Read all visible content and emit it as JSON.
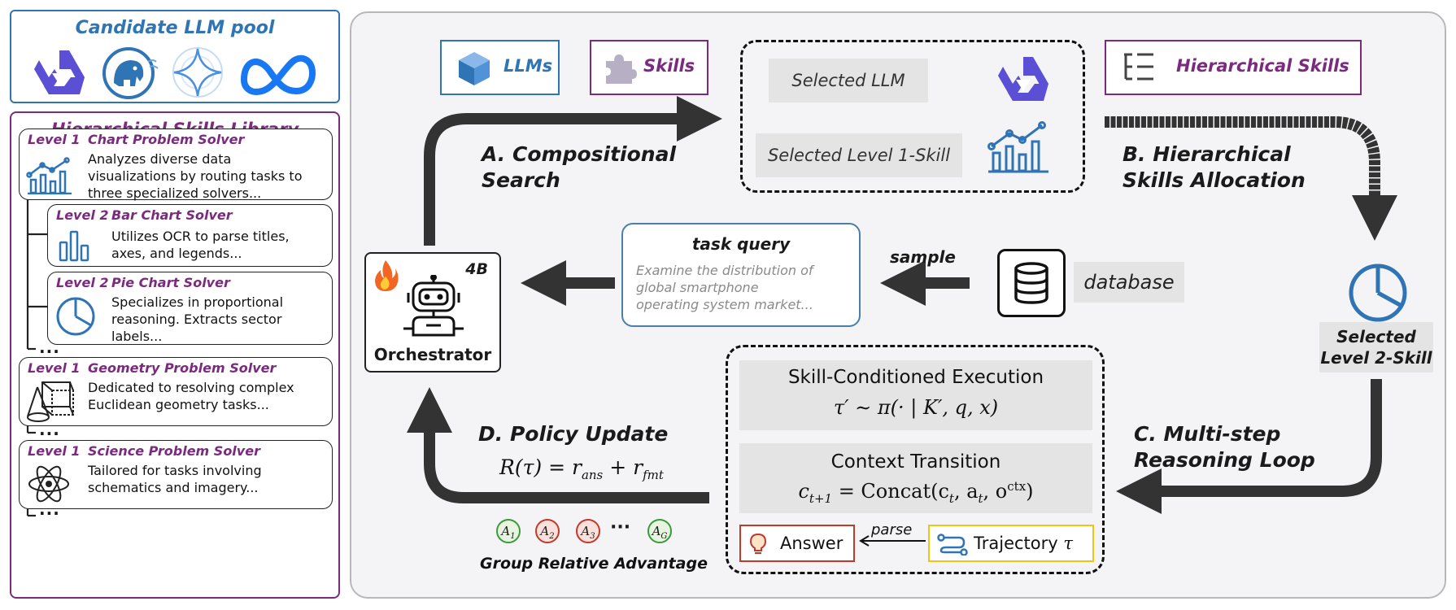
{
  "pool": {
    "title": "Candidate LLM pool"
  },
  "library": {
    "title": "Hierarchical Skills Library",
    "cards": [
      {
        "level": "Level 1",
        "name": "Chart Problem Solver",
        "desc": [
          "Analyzes diverse data",
          "visualizations by routing tasks to",
          "three specialized solvers..."
        ]
      },
      {
        "level": "Level 2",
        "name": "Bar Chart Solver",
        "desc": [
          "Utilizes OCR to parse titles,",
          "axes, and legends..."
        ]
      },
      {
        "level": "Level 2",
        "name": "Pie Chart Solver",
        "desc": [
          "Specializes in proportional",
          "reasoning. Extracts sector",
          "labels..."
        ]
      },
      {
        "level": "Level 1",
        "name": "Geometry Problem Solver",
        "desc": [
          "Dedicated to resolving complex",
          "Euclidean geometry tasks..."
        ]
      },
      {
        "level": "Level 1",
        "name": "Science Problem Solver",
        "desc": [
          "Tailored for tasks involving",
          "schematics and imagery..."
        ]
      }
    ],
    "ellipsis": "..."
  },
  "legend": {
    "llms": "LLMs",
    "skills": "Skills",
    "hier": "Hierarchical Skills"
  },
  "selection": {
    "llm": "Selected LLM",
    "skill": "Selected Level 1-Skill"
  },
  "steps": {
    "a1": "A. Compositional",
    "a2": "Search",
    "b1": "B. Hierarchical",
    "b2": "Skills Allocation",
    "c1": "C. Multi-step",
    "c2": "Reasoning Loop",
    "d": "D. Policy Update"
  },
  "orchestrator": {
    "label": "Orchestrator",
    "size": "4B"
  },
  "query": {
    "title": "task query",
    "text": [
      "Examine the distribution of",
      "global smartphone",
      "operating system market..."
    ]
  },
  "sample_label": "sample",
  "database_label": "database",
  "level2": {
    "line1": "Selected",
    "line2": "Level 2-Skill"
  },
  "execution": {
    "title": "Skill-Conditioned Execution",
    "formula": "τ′ ∼ π(· | K′, q, x)"
  },
  "transition": {
    "title": "Context Transition",
    "formula_main": "c",
    "formula_rest": " = Concat(c",
    "formula_a": ", a",
    "formula_o": ", o",
    "formula_close": ")",
    "sub_t1": "t+1",
    "sub_t": "t",
    "sup_ctx": "ctx"
  },
  "answer_label": "Answer",
  "parse_label": "parse",
  "trajectory_label": "Trajectory",
  "trajectory_sym": "τ",
  "reward": {
    "lhs": "R(τ) = r",
    "ans": "ans",
    "plus": " + r",
    "fmt": "fmt"
  },
  "advantages": {
    "a1": "A",
    "s1": "1",
    "a2": "A",
    "s2": "2",
    "a3": "A",
    "s3": "3",
    "dots": "···",
    "ag": "A",
    "sg": "G",
    "caption": "Group Relative Advantage"
  },
  "colors": {
    "blue": "#2f74b5",
    "purple": "#7b2a7f",
    "arrow": "#333333",
    "answer_red": "#c0392b",
    "traj_yellow": "#f1c40f"
  }
}
